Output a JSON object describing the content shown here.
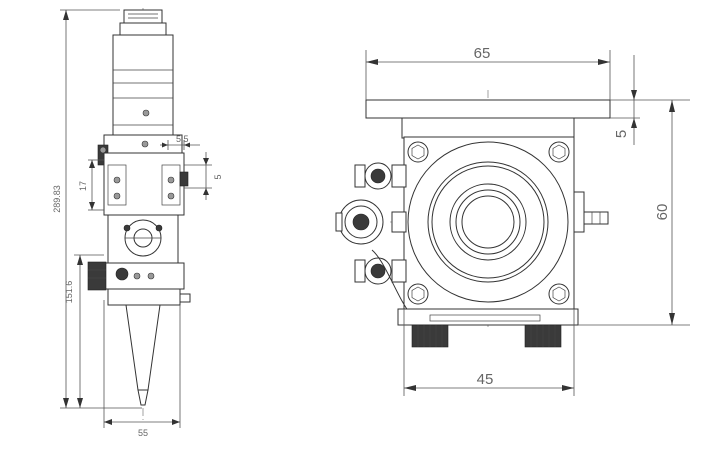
{
  "side_view": {
    "dim_total_height": "289.83",
    "dim_lower_height": "151.6",
    "dim_17": "17",
    "dim_5_5": "5.5",
    "dim_5": "5",
    "dim_width_bottom": "55"
  },
  "top_view": {
    "dim_top_width": "65",
    "dim_plate_thickness": "5",
    "dim_height": "60",
    "dim_bottom_width": "45"
  },
  "colors": {
    "line": "#333333",
    "dimension_text": "#666666",
    "background": "#ffffff"
  }
}
